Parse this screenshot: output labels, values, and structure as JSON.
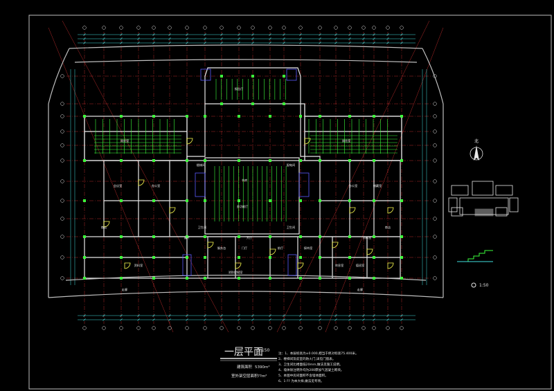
{
  "drawing": {
    "title": "一层平面",
    "scale": "1:150",
    "area_total_label": "建筑面积",
    "area_total_value": "5390m²",
    "area_other_label": "室外架空层面积",
    "area_other_value": "??m²"
  },
  "notes": [
    "注：1、本层标高为±0.000,相当于绝对标高75.400米。",
    "2、楼梯间及前室的防火门,详见门窗表。",
    "3、卫生间比楼面低20mm,做法见施工说明。",
    "4、墙体除注明外均为200厚加气混凝土砌块。",
    "5、本图中房间面积不含墙体面积。",
    "6、1:?? 为本大样,做法见专项。"
  ],
  "room_labels": [
    "阅览室",
    "阅览室",
    "报告厅",
    "书库",
    "多功能厅",
    "门厅",
    "展厅",
    "办公室",
    "办公室",
    "会议室",
    "储藏室",
    "服务台",
    "大厅",
    "前厅",
    "接待室",
    "楼梯间",
    "配电间",
    "卫生间",
    "卫生间",
    "休息室",
    "值班室",
    "资料室",
    "资料室",
    "商店",
    "商店",
    "走廊",
    "走廊",
    "消防控制室"
  ],
  "detail_scale": "1:50",
  "colors": {
    "background": "#000000",
    "wall": "#e8e8e8",
    "axis": "#ff3b3b",
    "column": "#3cff3c",
    "dimension": "#40e0e0",
    "door": "#ffff50",
    "seat": "#3cff3c",
    "hatch": "#5a5aff"
  }
}
